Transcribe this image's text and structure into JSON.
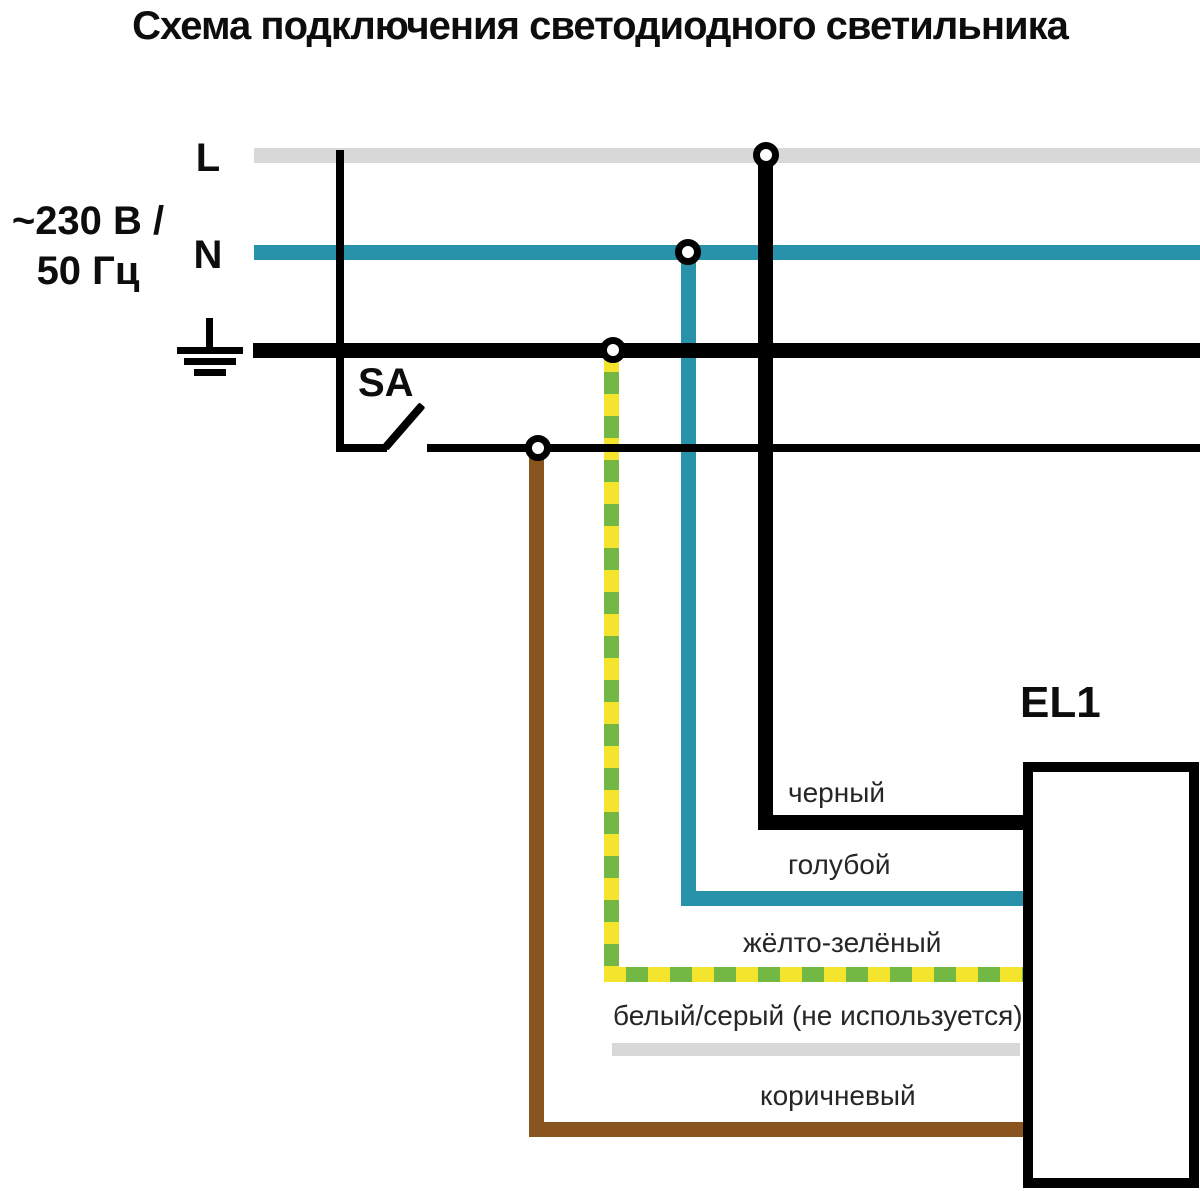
{
  "title": "Схема подключения светодиодного светильника",
  "source": {
    "voltage_line1": "~230 В /",
    "voltage_line2": "50 Гц",
    "line_l_label": "L",
    "line_n_label": "N"
  },
  "switch": {
    "label": "SA"
  },
  "luminaire": {
    "label": "EL1"
  },
  "wire_labels": {
    "black": "черный",
    "blue": "голубой",
    "yellow_green": "жёлто-зелёный",
    "white_gray": "белый/серый (не используется)",
    "brown": "коричневый"
  },
  "colors": {
    "line_black": "#000000",
    "line_gray": "#d8d8d8",
    "line_teal": "#2992ab",
    "stripe_yellow": "#f4e42e",
    "stripe_green": "#73b845",
    "wire_brown": "#8a541f",
    "label_text": "#262626"
  }
}
